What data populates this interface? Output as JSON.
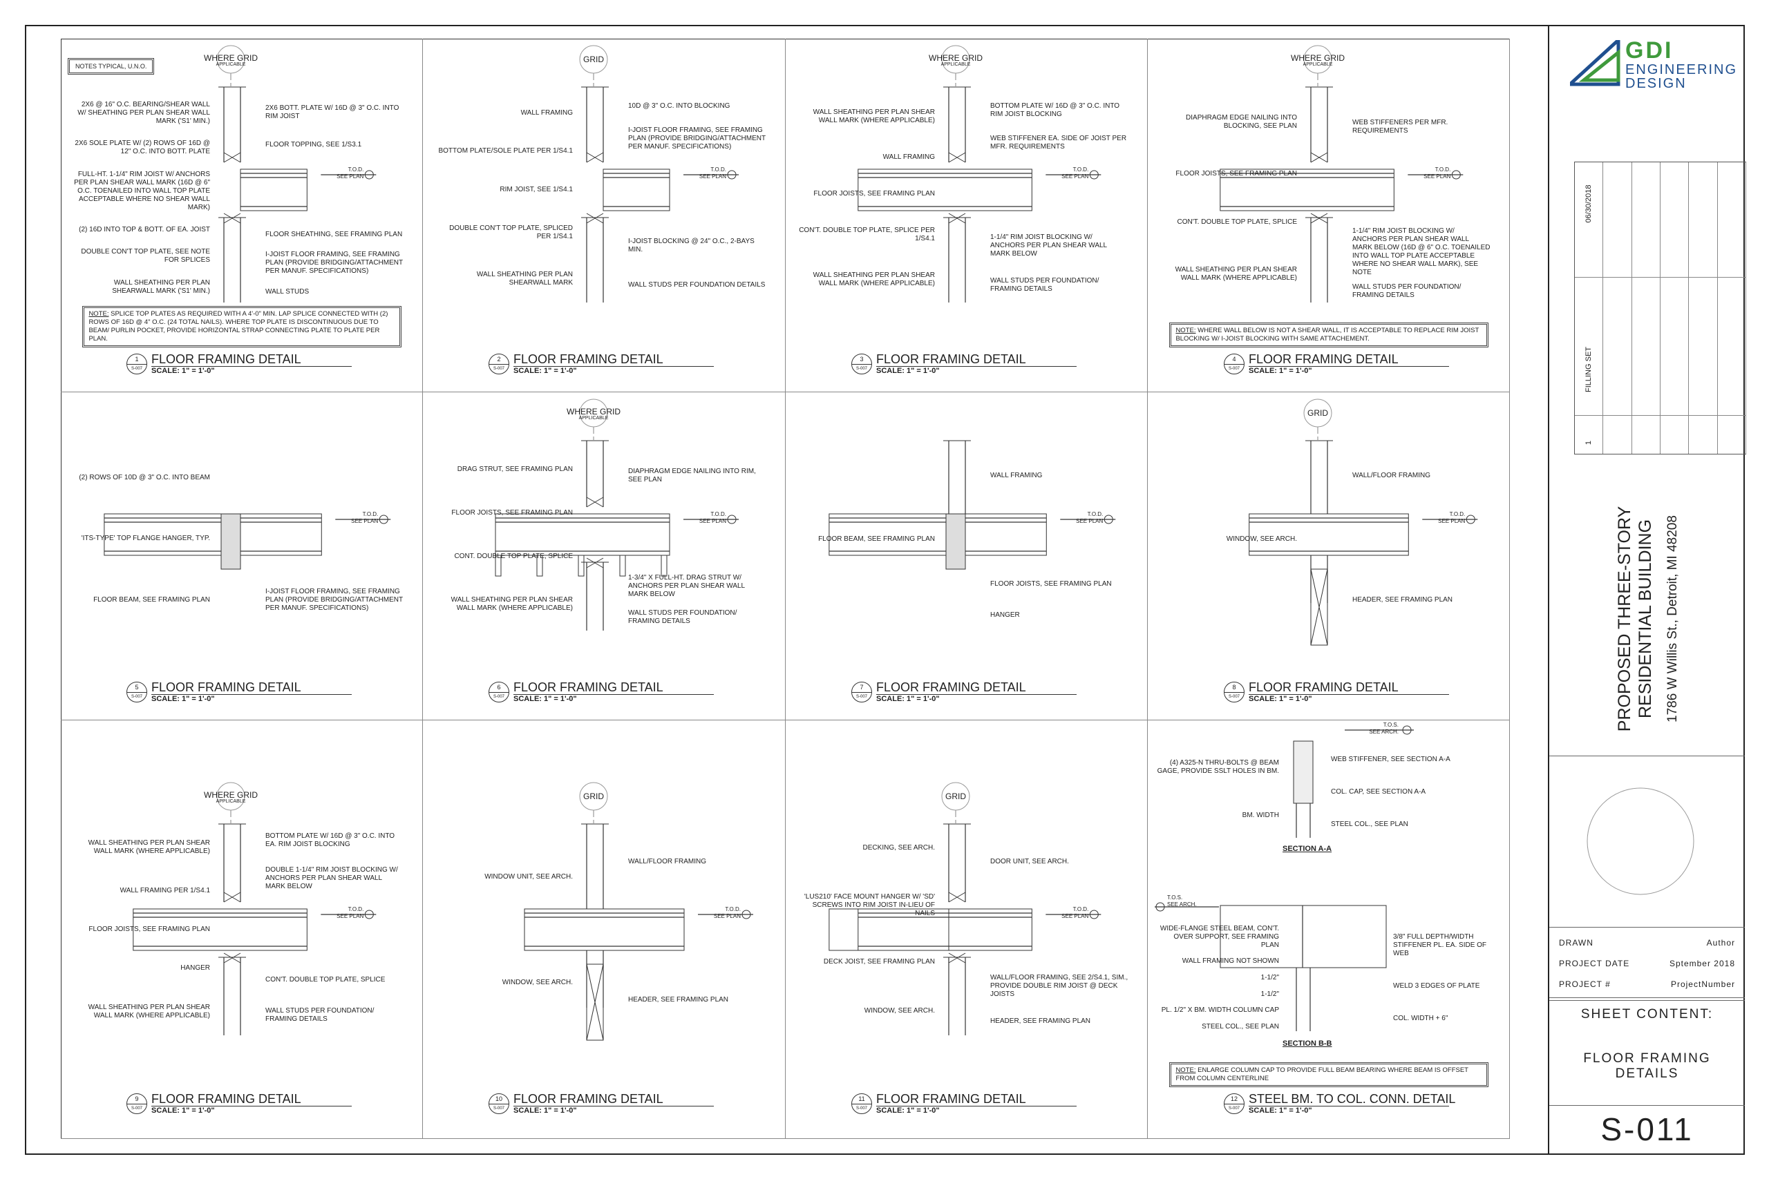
{
  "sheet": {
    "number": "S-011",
    "sheet_content_label": "SHEET CONTENT:",
    "sheet_content": "FLOOR FRAMING DETAILS"
  },
  "title_block": {
    "logo": {
      "line1": "GDI",
      "line2": "ENGINEERING",
      "line3": "DESIGN",
      "green": "#3f9a3c",
      "blue": "#1f4f8f"
    },
    "revisions": [
      {
        "number": "1",
        "description": "FILLING SET",
        "date": "06/30/2018"
      }
    ],
    "project_title_line1": "PROPOSED THREE-STORY",
    "project_title_line2": "RESIDENTIAL BUILDING",
    "address": "1786 W Willis St., Detroit, MI 48208",
    "info": [
      {
        "label": "DRAWN",
        "value": "Author"
      },
      {
        "label": "PROJECT DATE",
        "value": "Sptember 2018"
      },
      {
        "label": "PROJECT #",
        "value": "ProjectNumber"
      }
    ]
  },
  "common": {
    "scale": "SCALE: 1\" = 1'-0\"",
    "sheet_ref": "S-007",
    "tod": "T.O.D.",
    "see_plan": "SEE PLAN",
    "see_arch": "SEE ARCH.",
    "tos": "T.O.S."
  },
  "notes_typical": "NOTES TYPICAL, U.N.O.",
  "details": [
    {
      "number": "1",
      "title": "FLOOR FRAMING DETAIL",
      "kind": "wall",
      "grid": "WHERE GRID",
      "grid_sub": "APPLICABLE",
      "left_notes": [
        "2X6 @ 16\" O.C. BEARING/SHEAR WALL W/ SHEATHING PER PLAN SHEAR WALL MARK ('S1' MIN.)",
        "2X6 SOLE PLATE W/ (2) ROWS OF 16d @ 12\" O.C. INTO BOTT. PLATE",
        "FULL-HT. 1-1/4\" RIM JOIST W/ ANCHORS PER PLAN SHEAR WALL MARK (16d @ 6\" O.C. TOENAILED INTO WALL TOP PLATE ACCEPTABLE WHERE NO SHEAR WALL MARK)",
        "(2) 16d INTO TOP & BOTT. OF EA. JOIST",
        "DOUBLE CON'T TOP PLATE, SEE NOTE FOR SPLICES",
        "WALL SHEATHING PER PLAN SHEARWALL MARK ('S1' MIN.)"
      ],
      "right_notes": [
        "2X6 BOTT. PLATE W/ 16d @ 3\" O.C. INTO RIM JOIST",
        "FLOOR TOPPING, SEE 1/S3.1",
        "FLOOR SHEATHING, SEE FRAMING PLAN",
        "I-JOIST FLOOR FRAMING, SEE FRAMING PLAN (PROVIDE BRIDGING/ATTACHMENT PER MANUF. SPECIFICATIONS)",
        "WALL STUDS"
      ],
      "note_label": "NOTE:",
      "note": "SPLICE TOP PLATES AS REQUIRED WITH A 4'-0\" MIN. LAP SPLICE CONNECTED WITH (2) ROWS OF 16d @ 4\" O.C. (24 TOTAL NAILS). WHERE TOP PLATE IS DISCONTINUOUS DUE TO BEAM/ PURLIN POCKET, PROVIDE HORIZONTAL STRAP CONNECTING PLATE TO PLATE PER PLAN."
    },
    {
      "number": "2",
      "title": "FLOOR FRAMING DETAIL",
      "kind": "wall-end",
      "grid": "GRID",
      "left_notes": [
        "WALL FRAMING",
        "BOTTOM PLATE/SOLE PLATE PER 1/S4.1",
        "RIM JOIST, SEE 1/S4.1",
        "DOUBLE CON'T TOP PLATE, SPLICED PER 1/S4.1",
        "WALL SHEATHING PER PLAN SHEARWALL MARK"
      ],
      "right_notes": [
        "10d @ 3\" O.C. INTO BLOCKING",
        "I-JOIST FLOOR FRAMING, SEE FRAMING PLAN (PROVIDE BRIDGING/ATTACHMENT PER MANUF. SPECIFICATIONS)",
        "I-JOIST BLOCKING @ 24\" O.C., 2-BAYS MIN.",
        "WALL STUDS PER FOUNDATION DETAILS"
      ]
    },
    {
      "number": "3",
      "title": "FLOOR FRAMING DETAIL",
      "kind": "wall-through",
      "grid": "WHERE GRID",
      "grid_sub": "APPLICABLE",
      "left_notes": [
        "WALL SHEATHING PER PLAN SHEAR WALL MARK (WHERE APPLICABLE)",
        "WALL FRAMING",
        "FLOOR JOISTS, SEE FRAMING PLAN",
        "CON'T. DOUBLE TOP PLATE, SPLICE PER 1/S4.1",
        "WALL SHEATHING PER PLAN SHEAR WALL MARK (WHERE APPLICABLE)"
      ],
      "right_notes": [
        "BOTTOM PLATE W/ 16d @ 3\" O.C. INTO RIM JOIST BLOCKING",
        "WEB STIFFENER EA. SIDE OF JOIST PER MFR. REQUIREMENTS",
        "1-1/4\" RIM JOIST BLOCKING W/ ANCHORS PER PLAN SHEAR WALL MARK BELOW",
        "WALL STUDS PER FOUNDATION/ FRAMING DETAILS"
      ]
    },
    {
      "number": "4",
      "title": "FLOOR FRAMING DETAIL",
      "kind": "wall-through",
      "grid": "WHERE GRID",
      "grid_sub": "APPLICABLE",
      "left_notes": [
        "DIAPHRAGM EDGE NAILING INTO BLOCKING, SEE PLAN",
        "FLOOR JOISTS, SEE FRAMING PLAN",
        "CON'T. DOUBLE TOP PLATE, SPLICE",
        "WALL SHEATHING PER PLAN SHEAR WALL MARK (WHERE APPLICABLE)"
      ],
      "right_notes": [
        "WEB STIFFENERS PER MFR. REQUIREMENTS",
        "1-1/4\" RIM JOIST BLOCKING W/ ANCHORS PER PLAN SHEAR WALL MARK BELOW (16d @ 6\" O.C. TOENAILED INTO WALL TOP PLATE ACCEPTABLE WHERE NO SHEAR WALL MARK), SEE NOTE",
        "WALL STUDS PER FOUNDATION/ FRAMING DETAILS"
      ],
      "note_label": "NOTE:",
      "note": "WHERE WALL BELOW IS NOT A SHEAR WALL, IT IS ACCEPTABLE TO REPLACE RIM JOIST BLOCKING W/ I-JOIST BLOCKING WITH SAME ATTACHEMENT."
    },
    {
      "number": "5",
      "title": "FLOOR FRAMING DETAIL",
      "kind": "beam",
      "left_notes": [
        "(2) ROWS OF 10d @ 3\" O.C. INTO BEAM",
        "'ITS-TYPE' TOP FLANGE HANGER, TYP.",
        "FLOOR BEAM, SEE FRAMING PLAN"
      ],
      "right_notes": [
        "I-JOIST FLOOR FRAMING, SEE FRAMING PLAN (PROVIDE BRIDGING/ATTACHMENT PER MANUF. SPECIFICATIONS)"
      ]
    },
    {
      "number": "6",
      "title": "FLOOR FRAMING DETAIL",
      "kind": "drag",
      "grid": "WHERE GRID",
      "grid_sub": "APPLICABLE",
      "left_notes": [
        "DRAG STRUT, SEE FRAMING PLAN",
        "FLOOR JOISTS, SEE FRAMING PLAN",
        "CONT. DOUBLE TOP PLATE, SPLICE",
        "WALL SHEATHING PER PLAN SHEAR WALL MARK (WHERE APPLICABLE)"
      ],
      "right_notes": [
        "DIAPHRAGM EDGE NAILING INTO RIM, SEE PLAN",
        "1-3/4\" X FULL-HT. DRAG STRUT W/ ANCHORS PER PLAN SHEAR WALL MARK BELOW",
        "WALL STUDS PER FOUNDATION/ FRAMING DETAILS"
      ]
    },
    {
      "number": "7",
      "title": "FLOOR FRAMING DETAIL",
      "kind": "beam-wall",
      "left_notes": [
        "FLOOR BEAM, SEE FRAMING PLAN"
      ],
      "right_notes": [
        "WALL FRAMING",
        "FLOOR JOISTS, SEE FRAMING PLAN",
        "HANGER"
      ]
    },
    {
      "number": "8",
      "title": "FLOOR FRAMING DETAIL",
      "kind": "header",
      "grid": "GRID",
      "left_notes": [
        "WINDOW, SEE ARCH."
      ],
      "right_notes": [
        "WALL/FLOOR FRAMING",
        "HEADER, SEE FRAMING PLAN"
      ]
    },
    {
      "number": "9",
      "title": "FLOOR FRAMING DETAIL",
      "kind": "wall-through",
      "grid": "WHERE GRID",
      "grid_sub": "APPLICABLE",
      "left_notes": [
        "WALL SHEATHING PER PLAN SHEAR WALL MARK (WHERE APPLICABLE)",
        "WALL FRAMING PER 1/S4.1",
        "FLOOR JOISTS, SEE FRAMING PLAN",
        "HANGER",
        "WALL SHEATHING PER PLAN SHEAR WALL MARK (WHERE APPLICABLE)"
      ],
      "right_notes": [
        "BOTTOM PLATE W/ 16d @ 3\" O.C. INTO EA. RIM JOIST BLOCKING",
        "DOUBLE 1-1/4\" RIM JOIST BLOCKING W/ ANCHORS PER PLAN SHEAR WALL MARK BELOW",
        "CON'T. DOUBLE TOP PLATE, SPLICE",
        "WALL STUDS PER FOUNDATION/ FRAMING DETAILS"
      ]
    },
    {
      "number": "10",
      "title": "FLOOR FRAMING DETAIL",
      "kind": "header",
      "grid": "GRID",
      "left_notes": [
        "WINDOW UNIT, SEE ARCH.",
        "WINDOW, SEE ARCH."
      ],
      "right_notes": [
        "WALL/FLOOR FRAMING",
        "HEADER, SEE FRAMING PLAN"
      ]
    },
    {
      "number": "11",
      "title": "FLOOR FRAMING DETAIL",
      "kind": "deck",
      "grid": "GRID",
      "left_notes": [
        "DECKING, SEE ARCH.",
        "'LUS210' FACE MOUNT HANGER W/ 'SD' SCREWS INTO RIM JOIST IN-LIEU OF NAILS",
        "DECK JOIST, SEE FRAMING PLAN",
        "WINDOW, SEE ARCH."
      ],
      "right_notes": [
        "DOOR UNIT, SEE ARCH.",
        "WALL/FLOOR FRAMING, SEE 2/S4.1, SIM., PROVIDE DOUBLE RIM JOIST @ DECK JOISTS",
        "HEADER, SEE FRAMING PLAN"
      ]
    },
    {
      "number": "12",
      "title": "STEEL BM. TO COL. CONN. DETAIL",
      "kind": "steel",
      "section_a": "SECTION A-A",
      "section_b": "SECTION B-B",
      "left_notes": [
        "(4) A325-N THRU-BOLTS @ BEAM GAGE, PROVIDE SSLT HOLES IN BM.",
        "BM. WIDTH",
        "WIDE-FLANGE STEEL BEAM, CON'T. OVER SUPPORT, SEE FRAMING PLAN",
        "WALL FRAMING NOT SHOWN",
        "1-1/2\"",
        "1-1/2\"",
        "PL. 1/2\" X BM. WIDTH COLUMN CAP",
        "STEEL COL., SEE PLAN"
      ],
      "right_notes": [
        "WEB STIFFENER, SEE SECTION A-A",
        "COL. CAP, SEE SECTION A-A",
        "STEEL COL., SEE PLAN",
        "3/8\" FULL DEPTH/WIDTH STIFFENER PL. EA. SIDE OF WEB",
        "WELD 3 EDGES OF PLATE",
        "COL. WIDTH + 6\""
      ],
      "note_label": "NOTE:",
      "note": "ENLARGE COLUMN CAP TO PROVIDE FULL BEAM BEARING WHERE BEAM IS OFFSET FROM COLUMN CENTERLINE"
    }
  ]
}
